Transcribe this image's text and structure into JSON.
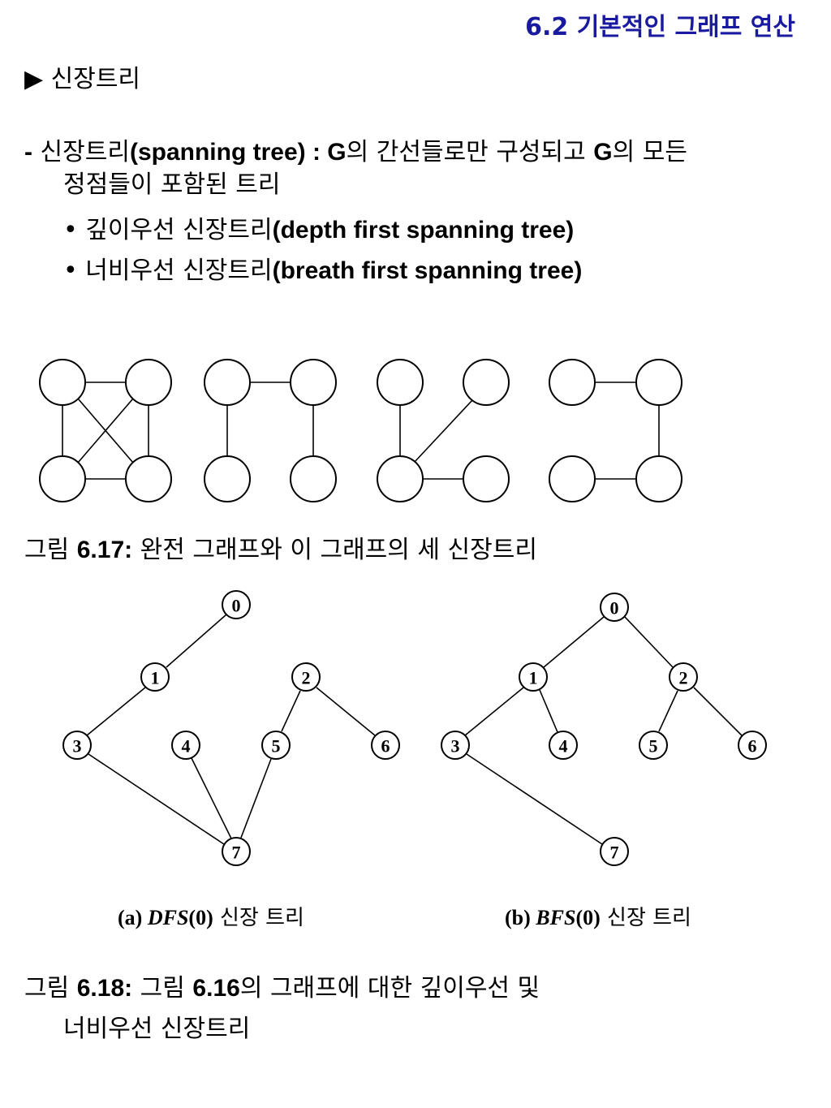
{
  "header": {
    "section_title": "6.2  기본적인 그래프 연산"
  },
  "topic": {
    "marker": "▶",
    "title": "신장트리"
  },
  "definition": {
    "dash": "-",
    "term": "신장트리",
    "term_en": "(spanning tree) : G",
    "text1": "의 간선들로만 구성되고 ",
    "g2": "G",
    "text2": "의 모든",
    "line2": "정점들이 포함된 트리"
  },
  "bullets": [
    {
      "marker": "•",
      "ko": "깊이우선 신장트리",
      "en": "(depth first spanning tree)"
    },
    {
      "marker": "•",
      "ko": "너비우선 신장트리",
      "en": "(breath first spanning tree)"
    }
  ],
  "figure617": {
    "caption_prefix": "그림 ",
    "caption_num": "6.17:",
    "caption_text": " 완전 그래프와 이 그래프의 세 신장트리"
  },
  "figure618": {
    "dfs": {
      "label_a": "(a) ",
      "label_name": "DFS",
      "label_arg": "(0)",
      "label_text": " 신장  트리",
      "nodes": [
        "0",
        "1",
        "2",
        "3",
        "4",
        "5",
        "6",
        "7"
      ]
    },
    "bfs": {
      "label_a": "(b) ",
      "label_name": "BFS",
      "label_arg": "(0)",
      "label_text": " 신장  트리",
      "nodes": [
        "0",
        "1",
        "2",
        "3",
        "4",
        "5",
        "6",
        "7"
      ]
    },
    "caption_prefix": "그림 ",
    "caption_num": "6.18:",
    "caption_mid": " 그림 ",
    "caption_ref": "6.16",
    "caption_text": "의 그래프에 대한 깊이우선 및",
    "caption_line2": "너비우선 신장트리"
  }
}
